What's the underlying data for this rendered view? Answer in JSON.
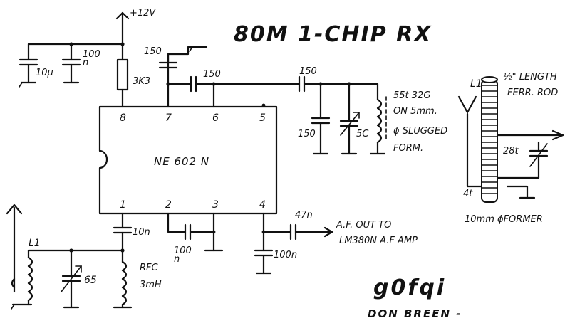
{
  "title": "80M 1-CHIP RX",
  "supply": "+12V",
  "chip": {
    "name": "NE 602 N",
    "pins_top": [
      "8",
      "7",
      "6",
      "5"
    ],
    "pins_bottom": [
      "1",
      "2",
      "3",
      "4"
    ]
  },
  "components": {
    "c_10u": "10μ",
    "c_100n_top": "100\nn",
    "r_3k3": "3K3",
    "c_150_pin7": "150",
    "c_150_pin6": "150",
    "c_150_series": "150",
    "c_150_shunt": "150",
    "c_var_5": "5C",
    "osc_coil": [
      "55t 32G",
      "ON 5mm.",
      "ϕ SLUGGED",
      "FORM."
    ],
    "ferrite": [
      "½\" LENGTH",
      "FERR. ROD"
    ],
    "l1_right": "L1",
    "turns_28": "28t",
    "turns_4": "4t",
    "former": "10mm ϕFORMER",
    "c_10n": "10n",
    "c_100n_pin23": "100\nn",
    "c_47n": "47n",
    "c_100n_out": "100n",
    "af_out": [
      "A.F. OUT TO",
      "LM380N A.F AMP"
    ],
    "l1_left": "L1",
    "c_var_65": "65",
    "rfc": [
      "RFC",
      "3mH"
    ]
  },
  "author": {
    "callsign": "g0fqi",
    "name": "DON BREEN -"
  }
}
